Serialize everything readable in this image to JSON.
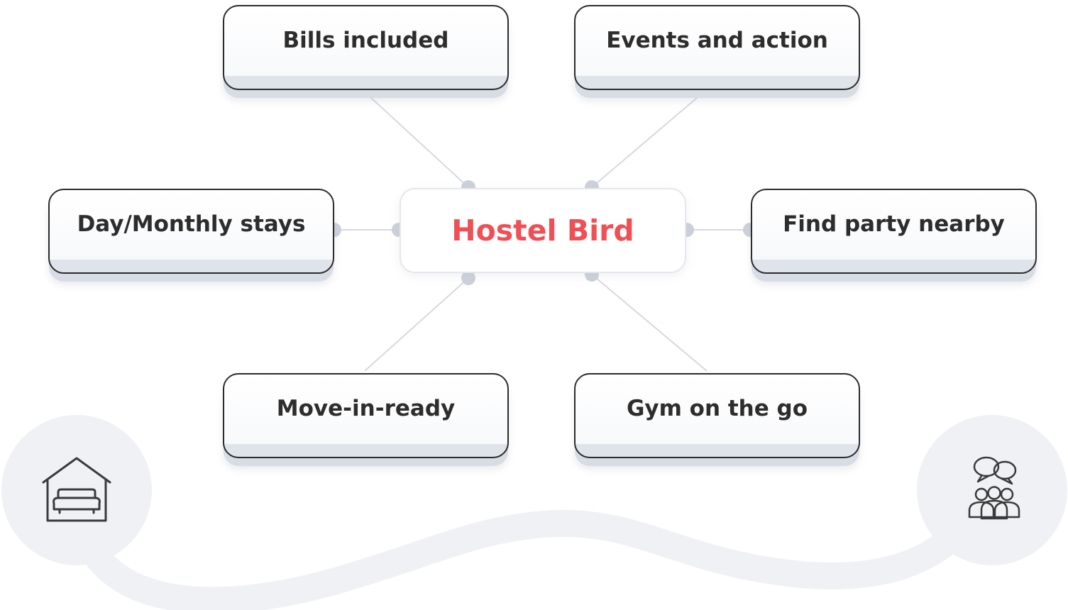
{
  "center": {
    "title": "Hostel Bird"
  },
  "features": [
    {
      "label": "Bills included"
    },
    {
      "label": "Events and action"
    },
    {
      "label": "Day/Monthly stays"
    },
    {
      "label": "Find party nearby"
    },
    {
      "label": "Move-in-ready"
    },
    {
      "label": "Gym on the go"
    }
  ],
  "icons": {
    "left": "house-with-sofa-icon",
    "right": "people-chat-icon"
  },
  "colors": {
    "accent": "#f04f55",
    "text": "#2d2d2d",
    "connector": "#d5d9e0",
    "dot": "#ccd1da",
    "track": "#f0f1f4",
    "icon": "#3a3a3a"
  }
}
